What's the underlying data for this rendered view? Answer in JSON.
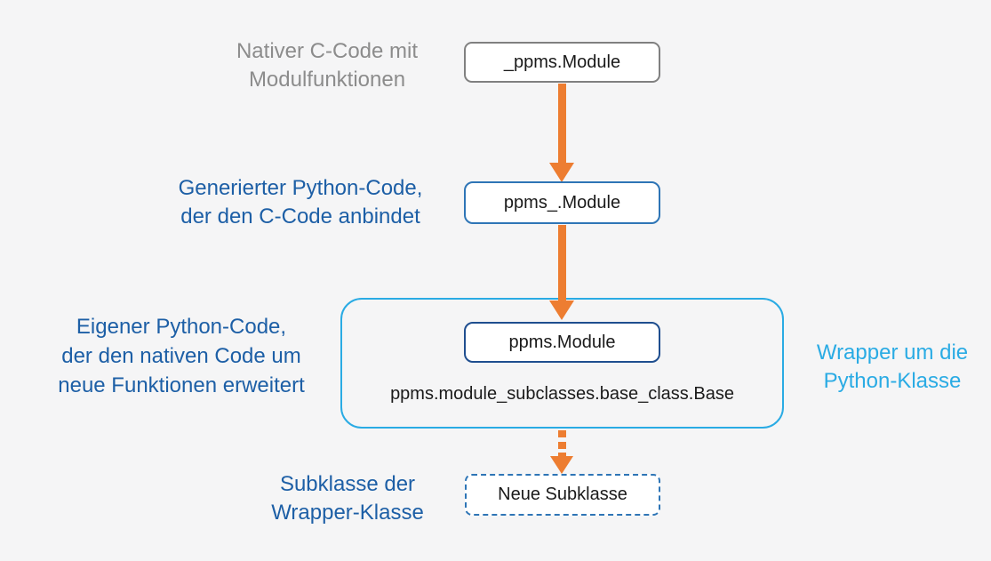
{
  "colors": {
    "background": "#f5f5f6",
    "orange": "#ed7d31",
    "gray_border": "#808080",
    "blue_border": "#2e75b6",
    "navy_border": "#1f4e8f",
    "cyan": "#2aabe4",
    "label_blue": "#1d5fa6",
    "label_gray": "#8c8c8c",
    "box_text": "#1a1a1a",
    "box_bg": "#ffffff"
  },
  "nodes": {
    "native": {
      "label": "_ppms.Module"
    },
    "generated": {
      "label": "ppms_.Module"
    },
    "wrapper": {
      "label": "ppms.Module"
    },
    "base_class": {
      "label": "ppms.module_subclasses.base_class.Base"
    },
    "subclass": {
      "label": "Neue Subklasse"
    }
  },
  "annotations": {
    "native": {
      "text": "Nativer C-Code mit\nModulfunktionen"
    },
    "generated": {
      "text": "Generierter Python-Code,\nder den C-Code anbindet"
    },
    "own": {
      "text": "Eigener Python-Code,\nder den nativen Code um\nneue Funktionen erweitert"
    },
    "wrapper": {
      "text": "Wrapper um die\nPython-Klasse"
    },
    "subclass": {
      "text": "Subklasse der\nWrapper-Klasse"
    }
  }
}
